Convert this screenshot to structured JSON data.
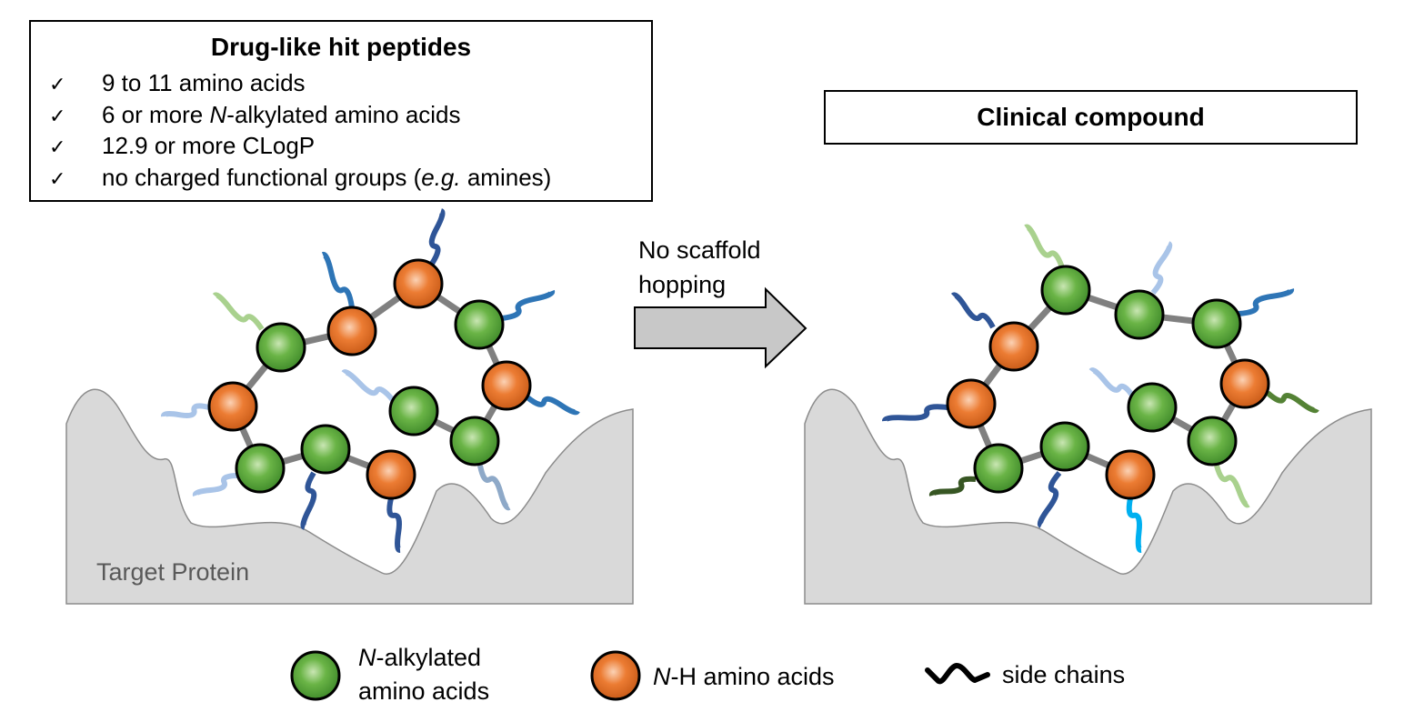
{
  "criteria": {
    "title": "Drug-like hit peptides",
    "check_icon": "✓",
    "items": [
      {
        "pre": "9 to 11 amino acids",
        "ital": "",
        "post": ""
      },
      {
        "pre": "6 or more ",
        "ital": "N",
        "post": "-alkylated amino acids"
      },
      {
        "pre": "12.9 or more CLogP",
        "ital": "",
        "post": ""
      },
      {
        "pre": "no charged functional groups (",
        "ital": "e.g.",
        "post": " amines)"
      }
    ]
  },
  "clinical": {
    "title": "Clinical compound"
  },
  "transition": {
    "line1": "No scaffold",
    "line2": "hopping"
  },
  "protein": {
    "label": "Target Protein"
  },
  "legend": {
    "n_alkylated": {
      "ital": "N",
      "line1_rest": "-alkylated",
      "line2": "amino acids"
    },
    "n_h": {
      "ital": "N",
      "rest": "-H amino acids"
    },
    "side_chains": {
      "label": "side chains"
    }
  },
  "colors": {
    "n_alkylated": "#5aa33c",
    "n_h": "#e0722a",
    "bond": "#808080",
    "protein": "#d9d9d9",
    "arrow": "#c8c8c8"
  }
}
